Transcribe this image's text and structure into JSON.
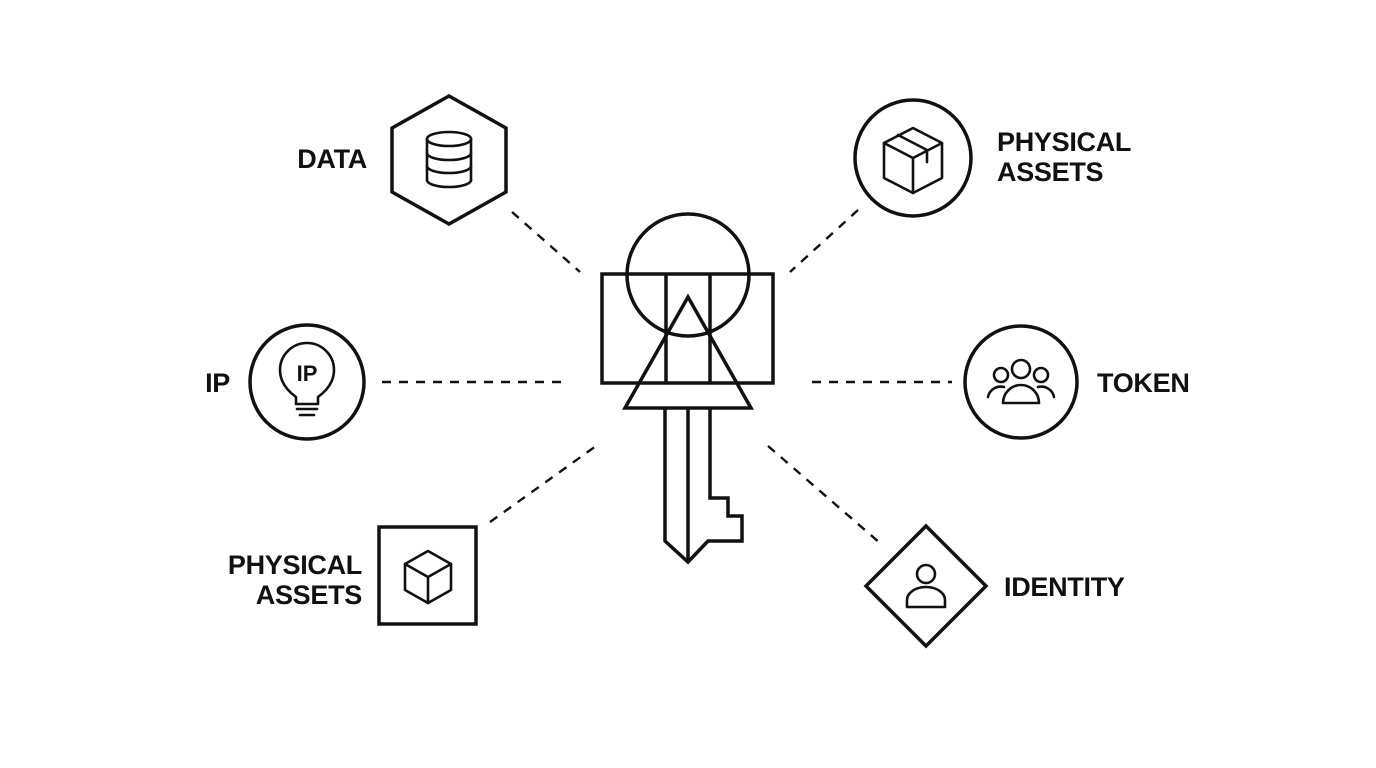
{
  "colors": {
    "ink": "#111111",
    "background": "#ffffff"
  },
  "center": {
    "icon": "key-icon"
  },
  "nodes": [
    {
      "id": "data",
      "label_lines": [
        "DATA"
      ],
      "frame": "hexagon",
      "icon": "database-icon"
    },
    {
      "id": "physical-assets-top",
      "label_lines": [
        "PHYSICAL",
        "ASSETS"
      ],
      "frame": "circle",
      "icon": "package-box-icon"
    },
    {
      "id": "ip",
      "label_lines": [
        "IP"
      ],
      "frame": "circle",
      "icon": "lightbulb-icon",
      "icon_text": "IP"
    },
    {
      "id": "token",
      "label_lines": [
        "TOKEN"
      ],
      "frame": "circle",
      "icon": "users-group-icon"
    },
    {
      "id": "physical-assets-bottom",
      "label_lines": [
        "PHYSICAL",
        "ASSETS"
      ],
      "frame": "square",
      "icon": "cube-icon"
    },
    {
      "id": "identity",
      "label_lines": [
        "IDENTITY"
      ],
      "frame": "diamond",
      "icon": "user-icon"
    }
  ]
}
